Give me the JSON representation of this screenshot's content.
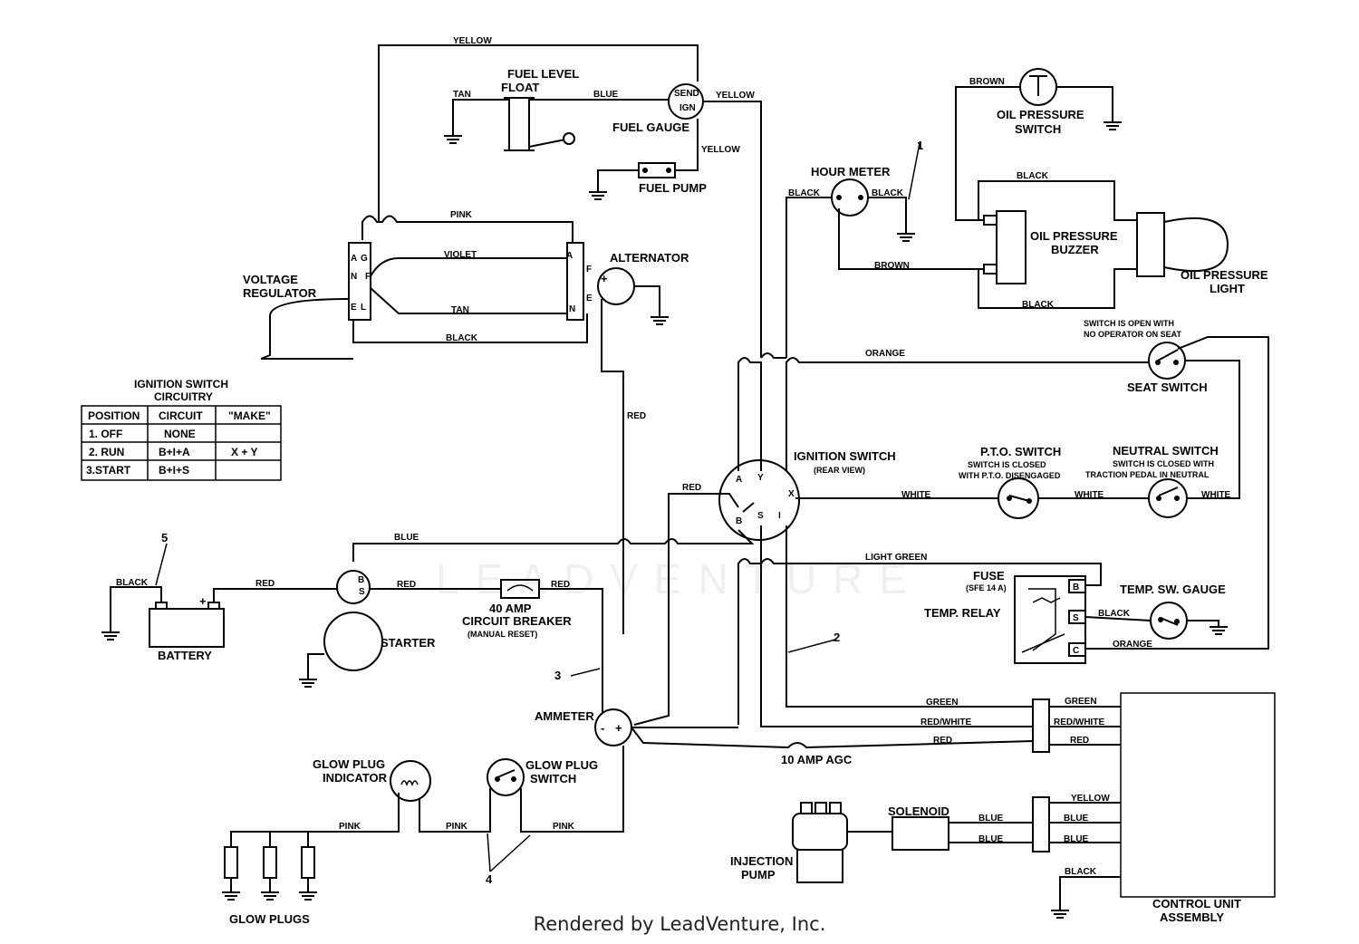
{
  "labels": {
    "fuel_level_float": "FUEL LEVEL",
    "fuel_level_float2": "FLOAT",
    "fuel_gauge": "FUEL GAUGE",
    "fuel_pump": "FUEL PUMP",
    "oil_pressure_switch": "OIL PRESSURE",
    "oil_pressure_switch2": "SWITCH",
    "hour_meter": "HOUR METER",
    "oil_pressure_buzzer": "OIL PRESSURE",
    "oil_pressure_buzzer2": "BUZZER",
    "oil_pressure_light": "OIL PRESSURE",
    "oil_pressure_light2": "LIGHT",
    "voltage_regulator": "VOLTAGE",
    "voltage_regulator2": "REGULATOR",
    "alternator": "ALTERNATOR",
    "ignition_switch": "IGNITION SWITCH",
    "ignition_switch_view": "(REAR VIEW)",
    "seat_switch": "SEAT SWITCH",
    "seat_note1": "SWITCH IS OPEN WITH",
    "seat_note2": "NO OPERATOR ON SEAT",
    "pto_switch": "P.T.O. SWITCH",
    "pto_note1": "SWITCH IS CLOSED",
    "pto_note2": "WITH P.T.O. DISENGAGED",
    "neutral_switch": "NEUTRAL SWITCH",
    "neutral_note1": "SWITCH IS CLOSED WITH",
    "neutral_note2": "TRACTION PEDAL IN NEUTRAL",
    "battery": "BATTERY",
    "starter": "STARTER",
    "circuit_breaker1": "40 AMP",
    "circuit_breaker2": "CIRCUIT BREAKER",
    "circuit_breaker3": "(MANUAL RESET)",
    "fuse": "FUSE",
    "fuse2": "(SFE 14 A)",
    "temp_relay": "TEMP. RELAY",
    "temp_gauge": "TEMP. SW. GAUGE",
    "ammeter": "AMMETER",
    "agc_fuse": "10 AMP AGC",
    "glow_plug_indicator": "GLOW PLUG",
    "glow_plug_indicator2": "INDICATOR",
    "glow_plug_switch": "GLOW PLUG",
    "glow_plug_switch2": "SWITCH",
    "glow_plugs": "GLOW PLUGS",
    "solenoid": "SOLENOID",
    "injection_pump": "INJECTION",
    "injection_pump2": "PUMP",
    "control_unit": "CONTROL UNIT",
    "control_unit2": "ASSEMBLY",
    "callout_1": "1",
    "callout_2": "2",
    "callout_3": "3",
    "callout_4": "4",
    "callout_5": "5"
  },
  "wires": {
    "yellow": "YELLOW",
    "tan": "TAN",
    "blue": "BLUE",
    "brown": "BROWN",
    "black": "BLACK",
    "pink": "PINK",
    "violet": "VIOLET",
    "red": "RED",
    "orange": "ORANGE",
    "white": "WHITE",
    "light_green": "LIGHT GREEN",
    "green": "GREEN",
    "red_white": "RED/WHITE"
  },
  "terminals": {
    "send": "SEND",
    "ign": "IGN",
    "a": "A",
    "g": "G",
    "n": "N",
    "f": "F",
    "e": "E",
    "l": "L",
    "y": "Y",
    "x": "X",
    "b": "B",
    "s": "S",
    "i": "I",
    "c": "C",
    "plus": "+",
    "minus": "-",
    "bolt": "B",
    "small_s": "S"
  },
  "ignition_table": {
    "title": "IGNITION SWITCH",
    "title2": "CIRCUITRY",
    "headers": [
      "POSITION",
      "CIRCUIT",
      "\"MAKE\""
    ],
    "rows": [
      [
        "1. OFF",
        "NONE",
        ""
      ],
      [
        "2. RUN",
        "B+I+A",
        "X + Y"
      ],
      [
        "3.START",
        "B+I+S",
        ""
      ]
    ]
  },
  "watermark": "LEADVENTURE",
  "footer": "Rendered by LeadVenture, Inc."
}
